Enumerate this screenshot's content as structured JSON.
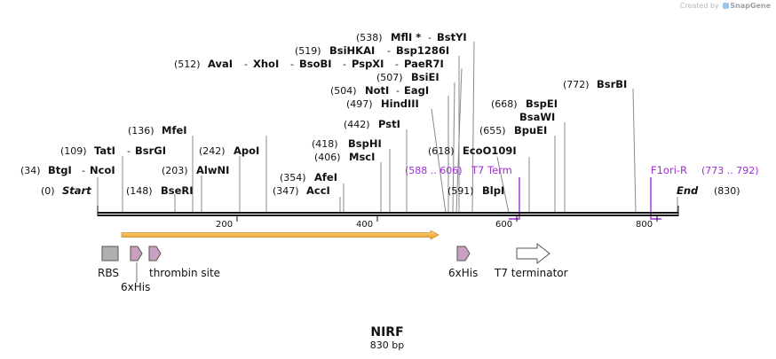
{
  "watermark": {
    "prefix": "Created by",
    "brand": "SnapGene"
  },
  "map": {
    "name": "NIRF",
    "length_label": "830 bp",
    "length": 830,
    "ticks": [
      "200",
      "400",
      "600",
      "800"
    ],
    "start": {
      "pos": "(0)",
      "label": "Start"
    },
    "end": {
      "label": "End",
      "pos": "(830)"
    },
    "sites": [
      {
        "pos": "(34)",
        "enzymes": [
          "BtgI",
          "NcoI"
        ]
      },
      {
        "pos": "(109)",
        "enzymes": [
          "TatI",
          "BsrGI"
        ]
      },
      {
        "pos": "(136)",
        "enzymes": [
          "MfeI"
        ]
      },
      {
        "pos": "(148)",
        "enzymes": [
          "BseRI"
        ]
      },
      {
        "pos": "(203)",
        "enzymes": [
          "AlwNI"
        ]
      },
      {
        "pos": "(242)",
        "enzymes": [
          "ApoI"
        ]
      },
      {
        "pos": "(347)",
        "enzymes": [
          "AccI"
        ]
      },
      {
        "pos": "(354)",
        "enzymes": [
          "AfeI"
        ]
      },
      {
        "pos": "(406)",
        "enzymes": [
          "MscI"
        ]
      },
      {
        "pos": "(418)",
        "enzymes": [
          "BspHI"
        ]
      },
      {
        "pos": "(442)",
        "enzymes": [
          "PstI"
        ]
      },
      {
        "pos": "(497)",
        "enzymes": [
          "HindIII"
        ]
      },
      {
        "pos": "(504)",
        "enzymes": [
          "NotI",
          "EagI"
        ]
      },
      {
        "pos": "(507)",
        "enzymes": [
          "BsiEI"
        ]
      },
      {
        "pos": "(512)",
        "enzymes": [
          "AvaI",
          "XhoI",
          "BsoBI",
          "PspXI",
          "PaeR7I"
        ]
      },
      {
        "pos": "(519)",
        "enzymes": [
          "BsiHKAI",
          "Bsp1286I"
        ]
      },
      {
        "pos": "(538)",
        "enzymes": [
          "MflI *",
          "BstYI"
        ]
      },
      {
        "pos": "(591)",
        "enzymes": [
          "BlpI"
        ]
      },
      {
        "pos": "(618)",
        "enzymes": [
          "EcoO109I"
        ]
      },
      {
        "pos": "(655)",
        "enzymes": [
          "BpuEI"
        ]
      },
      {
        "pos": "",
        "enzymes": [
          "BsaWI"
        ]
      },
      {
        "pos": "(668)",
        "enzymes": [
          "BspEI"
        ]
      },
      {
        "pos": "(772)",
        "enzymes": [
          "BsrBI"
        ]
      }
    ],
    "primers": [
      {
        "range": "(588 .. 606)",
        "name": "T7 Term"
      },
      {
        "name": "F1ori-R",
        "range": "(773 .. 792)"
      }
    ],
    "features": {
      "rbs": "RBS",
      "his1": "6xHis",
      "thrombin": "thrombin site",
      "his2": "6xHis",
      "t7": "T7 terminator"
    },
    "colors": {
      "backbone": "#111111",
      "primer": "#a02cd6",
      "orf": "#f5b84b",
      "his_tag": "#c9a0bf",
      "rbs": "#b0b0b0",
      "terminator": "#ffffff"
    }
  }
}
